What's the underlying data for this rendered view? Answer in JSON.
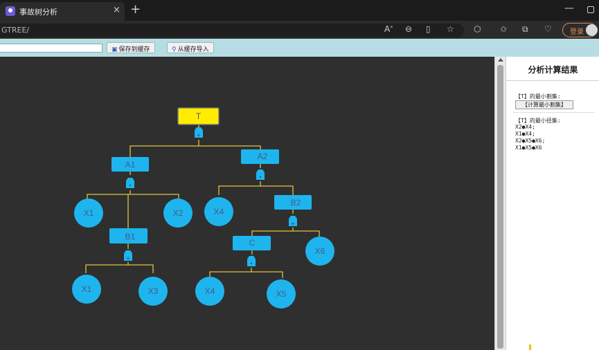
{
  "browser": {
    "tab_title": "事故树分析",
    "tab_close": "×",
    "new_tab": "+",
    "url": "GTREE/",
    "login_label": "登录",
    "minimize": "—"
  },
  "toolbar": {
    "save_cache_label": "保存到缓存",
    "import_cache_label": "从缓存导入",
    "name_input_value": ""
  },
  "tree": {
    "top": "T",
    "nodes": {
      "A1": "A1",
      "A2": "A2",
      "B1": "B1",
      "B2": "B2",
      "C": "C",
      "X1a": "X1",
      "X2": "X2",
      "X1b": "X1",
      "X3": "X3",
      "X4a": "X4",
      "X6": "X6",
      "X4b": "X4",
      "X5": "X5"
    },
    "gates": {
      "g_T": "+",
      "g_A1": "•",
      "g_A2": "•",
      "g_B1": "+",
      "g_B2": "+",
      "g_C": "•"
    }
  },
  "panel": {
    "title": "分析计算结果",
    "cut_heading": "【T】的最小割集:",
    "calc_button": "【计算最小割集】",
    "path_heading": "【T】的最小径集:",
    "path_sets": [
      "X2●X4;",
      "X1●X4;",
      "X2●X5●X6;",
      "X1●X5●X6"
    ]
  },
  "colors": {
    "canvas_bg": "#2f2f2f",
    "node_fill": "#1eb5ee",
    "top_fill": "#ffed00",
    "edge": "#e2c43a",
    "toolbar_bg": "#b5dde3"
  }
}
